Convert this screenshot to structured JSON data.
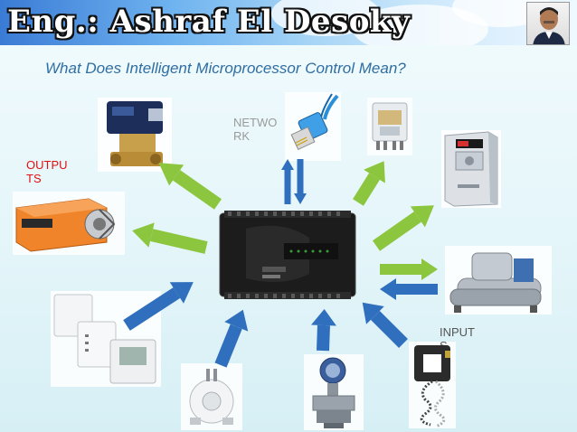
{
  "header": {
    "title": "Eng.: Ashraf El Desoky"
  },
  "slide": {
    "subtitle": "What Does Intelligent Microprocessor Control Mean?"
  },
  "labels": {
    "network": "NETWO\nRK",
    "outputs": "OUTPU\nTS",
    "inputs": "INPUT\nS"
  },
  "colors": {
    "arrow_green": "#8cc63f",
    "arrow_blue": "#2f6fbd",
    "label_network": "#9a9a9a",
    "label_outputs": "#e01010",
    "label_inputs": "#555555",
    "subtitle": "#2f6ea3"
  },
  "icons": [
    "controller-icon",
    "solenoid-valve-icon",
    "network-cable-icon",
    "relay-icon",
    "variable-frequency-drive-icon",
    "damper-actuator-icon",
    "chiller-icon",
    "room-sensor-icon",
    "pressure-switch-icon",
    "pressure-transmitter-icon",
    "current-sensor-icon"
  ]
}
